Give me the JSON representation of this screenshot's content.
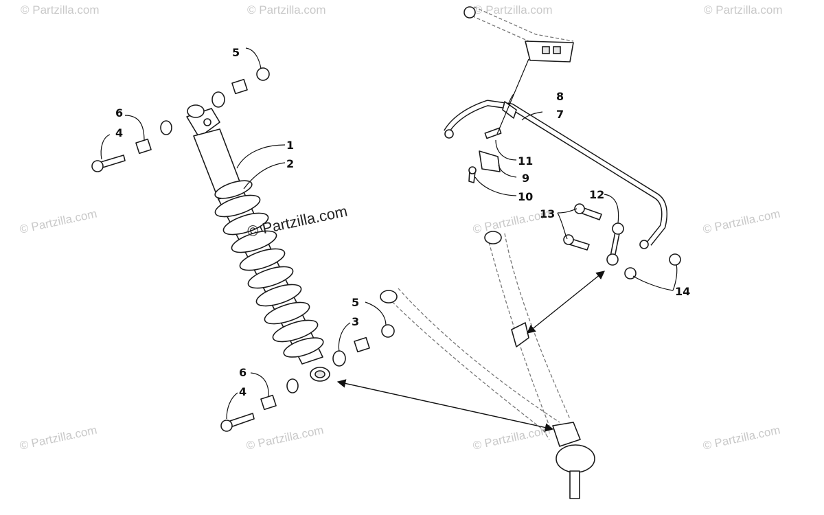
{
  "watermark": {
    "text": "© Partzilla.com",
    "center_text": "© Partzilla.com"
  },
  "callouts": {
    "c1": "1",
    "c2": "2",
    "c3": "3",
    "c4_top": "4",
    "c4_bottom": "4",
    "c5_top": "5",
    "c5_bottom": "5",
    "c6_top": "6",
    "c6_bottom": "6",
    "c7": "7",
    "c8": "8",
    "c9": "9",
    "c10": "10",
    "c11": "11",
    "c12": "12",
    "c13": "13",
    "c14": "14"
  },
  "colors": {
    "line": "#1a1a1a",
    "watermark": "#c9c9c9",
    "background": "#ffffff"
  }
}
